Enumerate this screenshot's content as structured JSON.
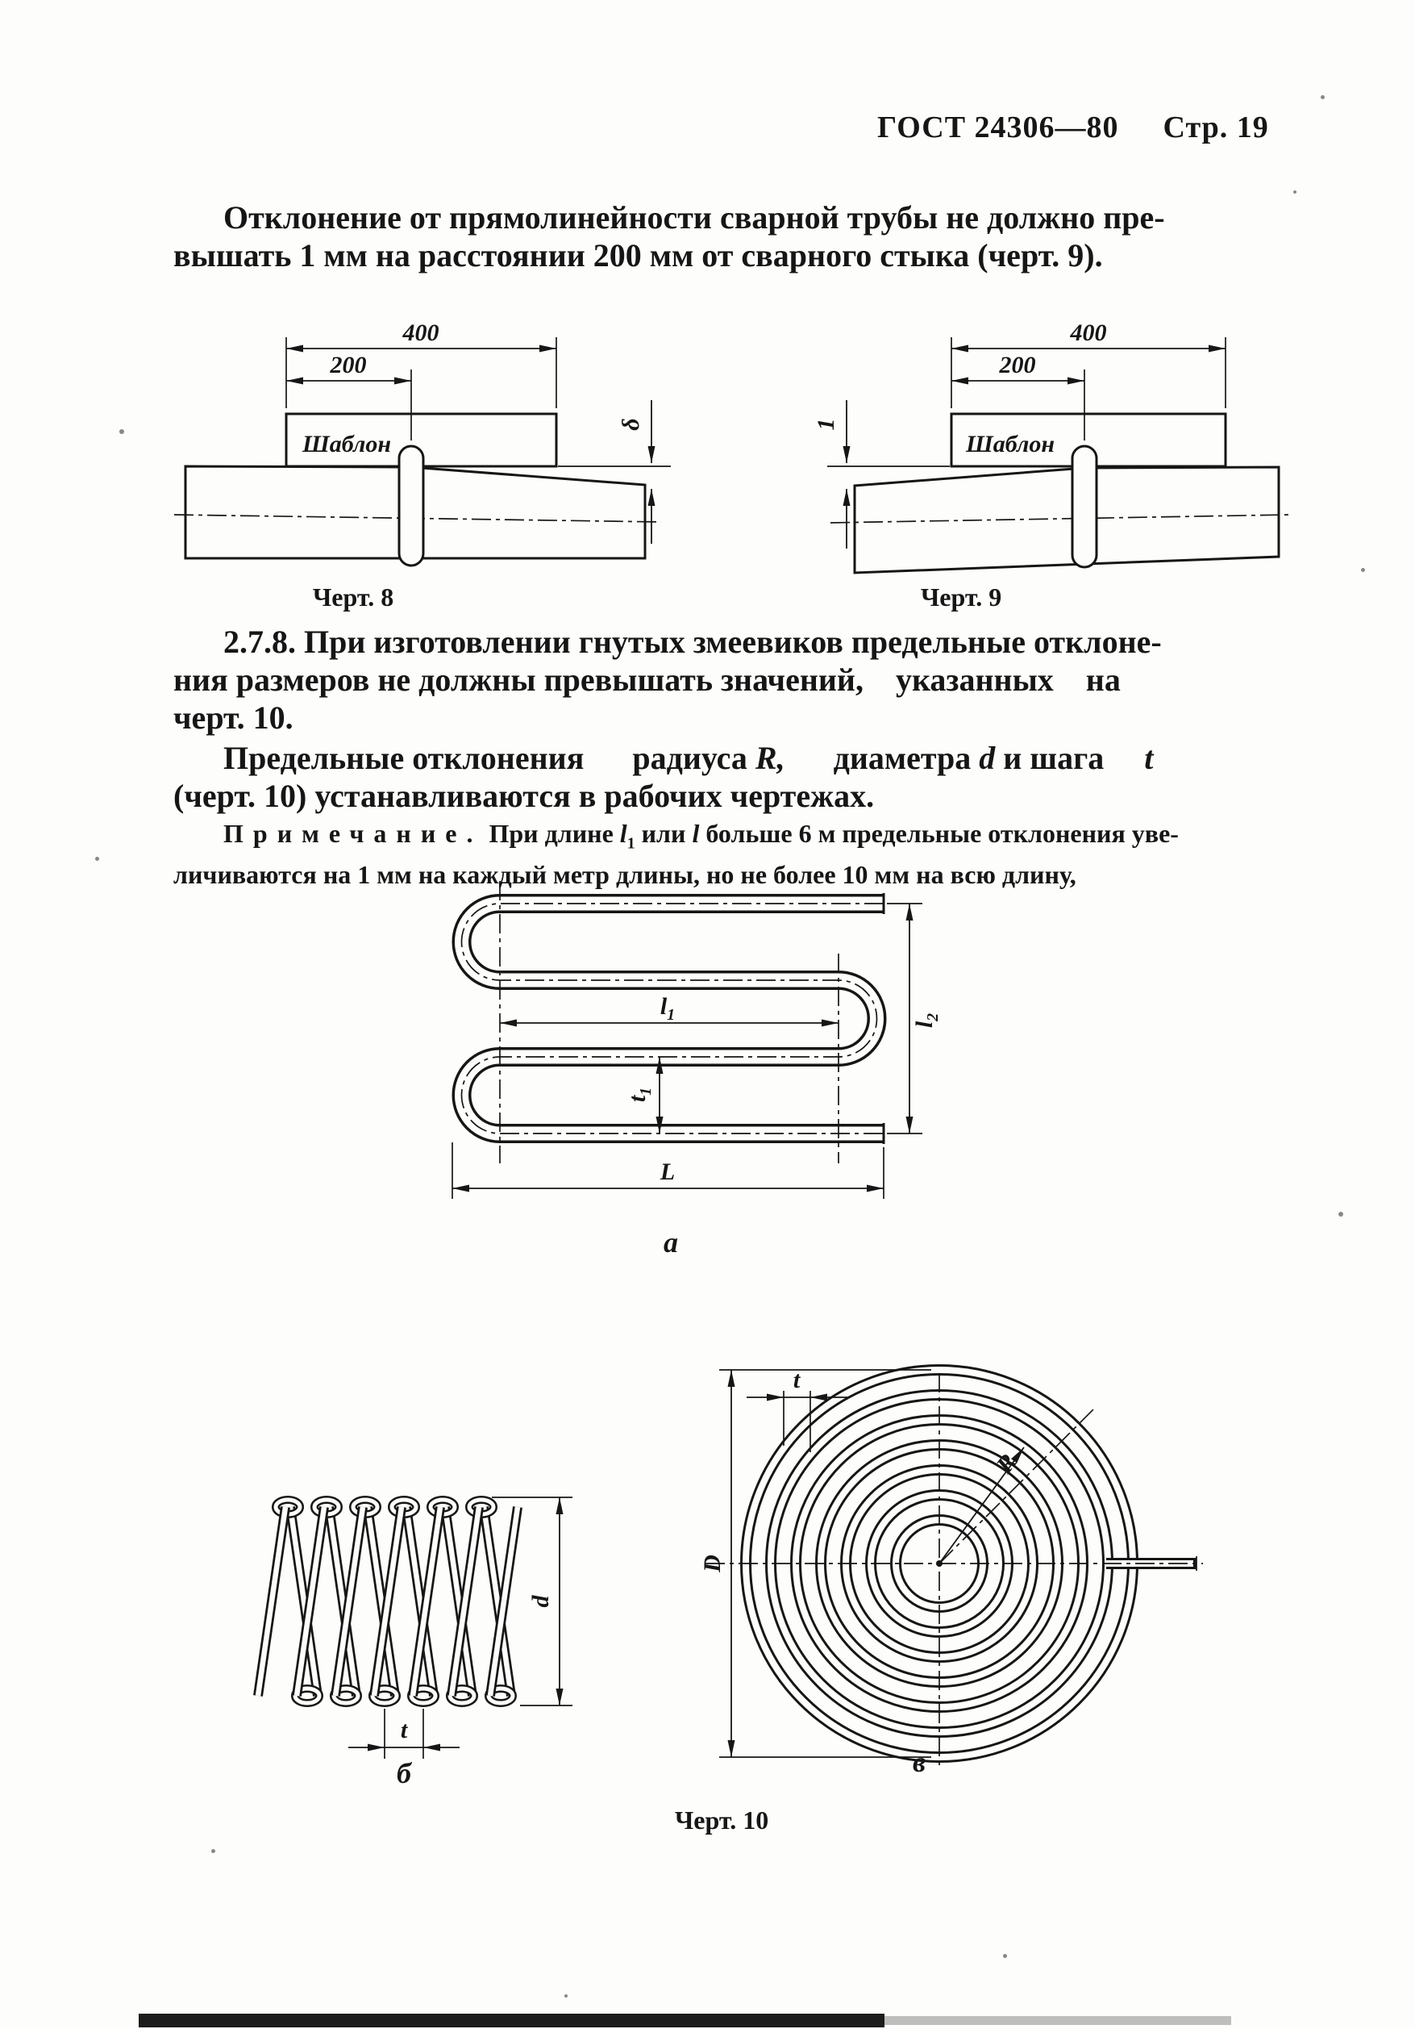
{
  "header": {
    "gost": "ГОСТ 24306—80",
    "page": "Стр. 19"
  },
  "para1": {
    "line1": "Отклонение от прямолинейности сварной трубы не должно пре-",
    "line2": "вышать 1 мм на расстоянии 200 мм от сварного стыка (черт. 9)."
  },
  "fig8": {
    "caption": "Черт. 8",
    "dim400": "400",
    "dim200": "200",
    "template_label": "Шаблон",
    "deviation_label": "δ"
  },
  "fig9": {
    "caption": "Черт. 9",
    "dim400": "400",
    "dim200": "200",
    "template_label": "Шаблон",
    "deviation_label": "1"
  },
  "para278": {
    "line1": "2.7.8. При изготовлении гнутых змеевиков предельные отклоне-",
    "line2": "ния размеров не должны превышать значений,    указанных    на",
    "line3": "черт. 10."
  },
  "para_r": {
    "seg1": "Предельные отклонения      радиуса ",
    "seg2": "R,",
    "seg3": "      диаметра ",
    "seg4": "d",
    "seg5": " и шага     ",
    "seg6": "t",
    "line2": "(черт. 10) устанавливаются в рабочих чертежах."
  },
  "note": {
    "label": "Примечание.",
    "seg1": " При длине ",
    "var_l1": "l",
    "sub1": "1",
    "seg2": " или ",
    "var_l": "l",
    "seg3": " больше 6 м предельные отклонения уве-",
    "line2": "личиваются на 1 мм на каждый метр длины, но не более 10 мм на всю длину,"
  },
  "fig10": {
    "caption": "Черт. 10",
    "label_a": "а",
    "label_b": "б",
    "label_v": "в",
    "dim_l1": "l",
    "dim_l1_sub": "1",
    "dim_t1": "t",
    "dim_t1_sub": "1",
    "dim_L": "L",
    "dim_l2": "l",
    "dim_l2_sub": "2",
    "dim_d": "d",
    "dim_t_b": "t",
    "dim_D": "D",
    "dim_t_v": "t",
    "dim_R": "R"
  }
}
